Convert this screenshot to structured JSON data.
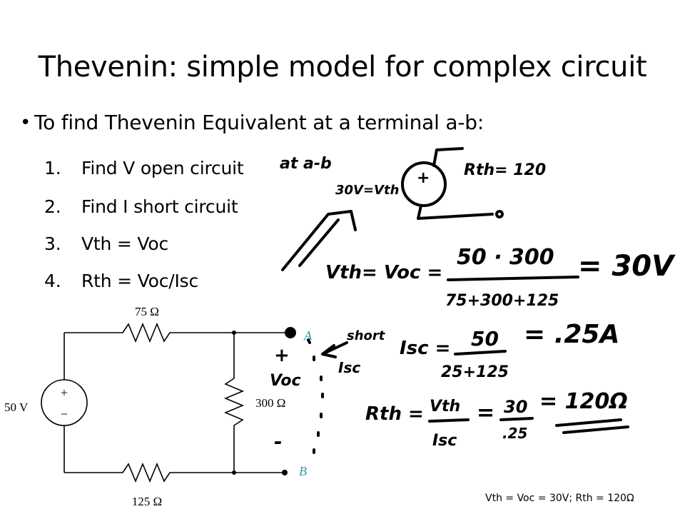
{
  "slide": {
    "title": "Thevenin: simple model for complex circuit",
    "bullet": "To find Thevenin Equivalent at a terminal a-b:",
    "steps": [
      {
        "num": "1.",
        "text": "Find V open circuit"
      },
      {
        "num": "2.",
        "text": "Find I short circuit"
      },
      {
        "num": "3.",
        "text": "Vth = Voc"
      },
      {
        "num": "4.",
        "text": "Rth = Voc/Isc"
      }
    ],
    "footer": "Vth = Voc = 30V; Rth = 120Ω"
  },
  "circuit": {
    "source": "50 V",
    "plus": "+",
    "minus": "−",
    "r_top": "75 Ω",
    "r_middle": "300 Ω",
    "r_bottom": "125 Ω",
    "terminal_a": "A",
    "terminal_b": "B"
  },
  "handwriting": {
    "at_ab": "at a-b",
    "vth_eq": "30V=Vth",
    "rth_eq": "Rth= 120",
    "voc_fraction": {
      "lhs": "Vth= Voc =",
      "num": "50 · 300",
      "den": "75+300+125",
      "result": "= 30V"
    },
    "isc_fraction": {
      "lhs": "Isc =",
      "num": "50",
      "den": "25+125",
      "result": "= .25A"
    },
    "rth_fraction": {
      "lhs": "Rth =",
      "num": "Vth",
      "den": "Isc",
      "eq": "=",
      "num2": "30",
      "den2": ".25",
      "result": "= 120Ω"
    },
    "short": "short",
    "isc_label": "Isc",
    "voc_label": "Voc",
    "plus": "+",
    "minus": "-"
  }
}
